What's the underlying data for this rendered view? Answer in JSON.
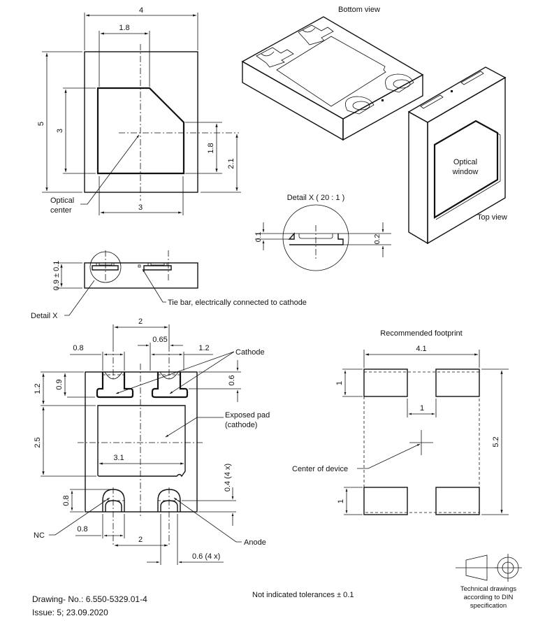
{
  "top_view_2d": {
    "dim_width": "4",
    "dim_window_half": "1.8",
    "dim_height": "5",
    "dim_window_height": "3",
    "dim_chamfer_height": "1.8",
    "dim_center_offset": "2.1",
    "dim_window_width": "3",
    "label_optical_center_line1": "Optical",
    "label_optical_center_line2": "center"
  },
  "bottom_view_3d": {
    "title": "Bottom view"
  },
  "top_view_3d": {
    "title": "Top view",
    "label_window_line1": "Optical",
    "label_window_line2": "window"
  },
  "side_view": {
    "dim_thickness": "0.9 ± 0.1",
    "label_detail_x": "Detail X",
    "label_tie_bar": "Tie bar, electrically connected to cathode"
  },
  "detail_x": {
    "title": "Detail X ( 20 : 1 )",
    "dim_left": "0.1",
    "dim_right": "0.2"
  },
  "bottom_view_2d": {
    "dim_pitch_top": "2",
    "dim_pad_width_left": "0.8",
    "dim_pad_width_mid": "0.65",
    "dim_pad_width_right": "1.2",
    "label_cathode": "Cathode",
    "dim_top_margin": "1.2",
    "dim_top_pad": "0.9",
    "dim_right_pad": "0.6",
    "label_exposed_pad_line1": "Exposed pad",
    "label_exposed_pad_line2": "(cathode)",
    "dim_exposed_height": "2.5",
    "dim_exposed_width": "3.1",
    "dim_lower_pad_radius": "0.4 (4 x)",
    "dim_lower_pad_height": "0.8",
    "label_nc": "NC",
    "label_anode": "Anode",
    "dim_lower_pad_width": "0.8",
    "dim_pitch_bottom": "2",
    "dim_slot_width": "0.6 (4 x)"
  },
  "footprint": {
    "title": "Recommended footprint",
    "dim_width": "4.1",
    "dim_pad_height_top": "1",
    "dim_gap": "1",
    "dim_height": "5.2",
    "dim_pad_height_bottom": "1",
    "label_center": "Center of device"
  },
  "footer": {
    "drawing_no": "Drawing- No.: 6.550-5329.01-4",
    "issue": "Issue: 5;  23.09.2020",
    "tolerances": "Not indicated tolerances ± 0.1",
    "din_line1": "Technical drawings",
    "din_line2": "according to DIN",
    "din_line3": "specification"
  }
}
